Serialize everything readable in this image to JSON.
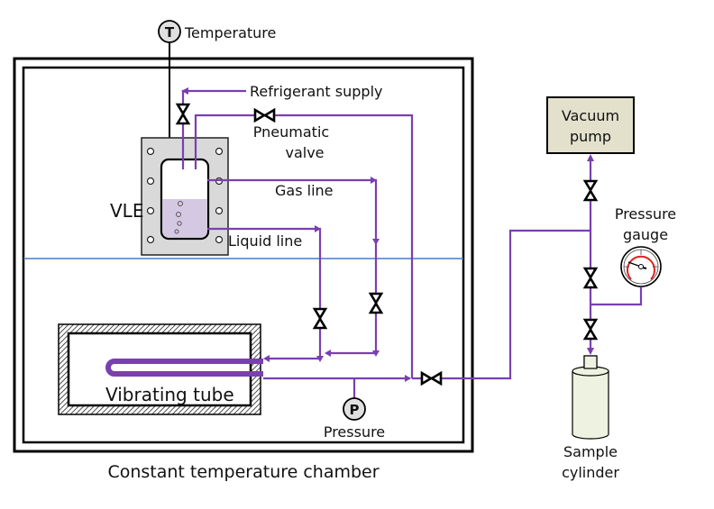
{
  "diagram": {
    "title": "Constant temperature chamber",
    "labels": {
      "temperature": "Temperature",
      "temperature_sensor_symbol": "T",
      "refrigerant_supply": "Refrigerant supply",
      "pneumatic_valve_line1": "Pneumatic",
      "pneumatic_valve_line2": "valve",
      "vle": "VLE",
      "gas_line": "Gas line",
      "liquid_line": "Liquid line",
      "vibrating_tube": "Vibrating tube",
      "pressure": "Pressure",
      "pressure_sensor_symbol": "P",
      "vacuum_pump_line1": "Vacuum",
      "vacuum_pump_line2": "pump",
      "pressure_gauge_line1": "Pressure",
      "pressure_gauge_line2": "gauge",
      "sample_cylinder_line1": "Sample",
      "sample_cylinder_line2": "cylinder"
    },
    "colors": {
      "pipe": "#7a3fb0",
      "liquid_level_line": "#4a7cc4",
      "vle_cell_fill": "#d9d9d9",
      "liquid_fill": "#d5c8e2",
      "vacuum_pump_fill": "#e3e0cc",
      "sample_cylinder_fill": "#eef2e0",
      "gauge_red": "#e02020"
    }
  }
}
